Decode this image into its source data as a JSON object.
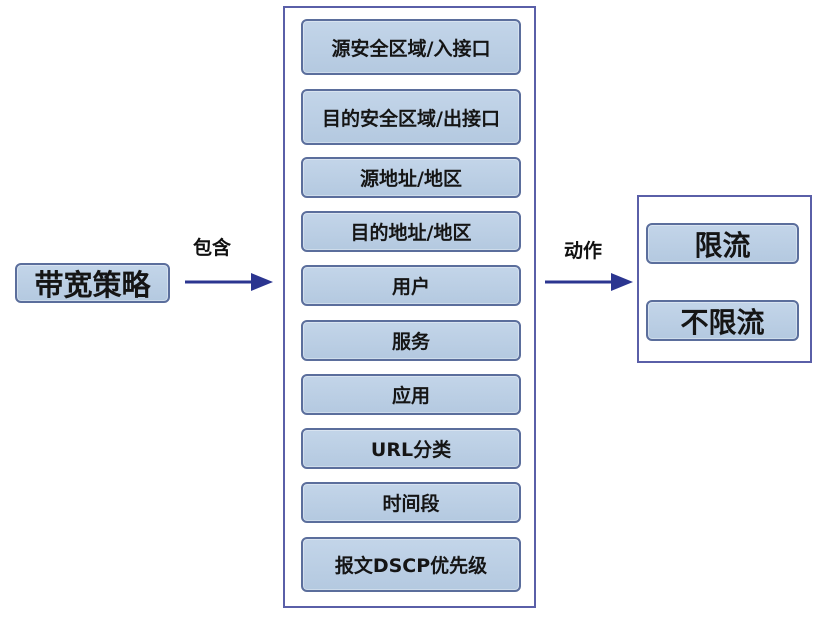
{
  "source": {
    "label": "带宽策略"
  },
  "edges": {
    "contains_label": "包含",
    "action_label": "动作",
    "color": "#2b3590"
  },
  "conditions": [
    "源安全区域/入接口",
    "目的安全区域/出接口",
    "源地址/地区",
    "目的地址/地区",
    "用户",
    "服务",
    "应用",
    "URL分类",
    "时间段",
    "报文DSCP优先级"
  ],
  "actions": [
    "限流",
    "不限流"
  ],
  "colors": {
    "box_fill": "#b9cde3",
    "box_border": "#5b6e9c",
    "container_border": "#5a5fa8"
  }
}
